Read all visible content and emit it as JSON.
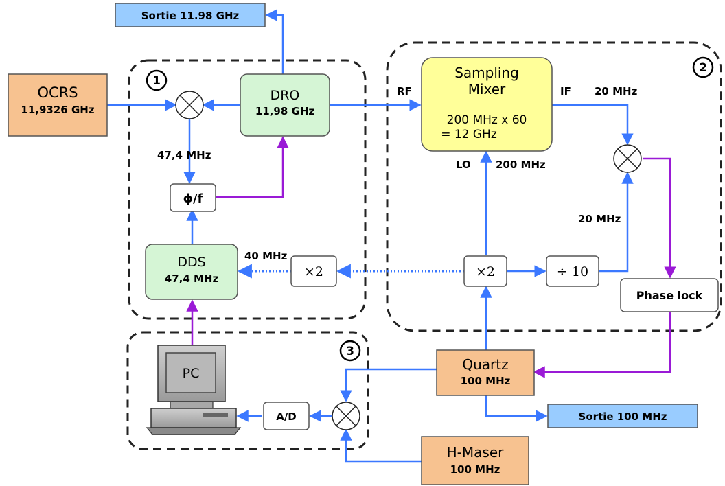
{
  "colors": {
    "signal_line": "#3b78ff",
    "control_line": "#9a1ad6",
    "output_fill": "#99ccff",
    "source_fill": "#f7c290",
    "loop_fill": "#d5f5d5",
    "mixer_fill": "#ffff99",
    "box_fill": "#ffffff",
    "dashed_border": "#222222"
  },
  "regions": [
    {
      "number": "1"
    },
    {
      "number": "2"
    },
    {
      "number": "3"
    }
  ],
  "nodes": {
    "sortie_ghz": "Sortie 11.98 GHz",
    "ocrs_title": "OCRS",
    "ocrs_freq": "11,9326 GHz",
    "dro_title": "DRO",
    "dro_freq": "11,98 GHz",
    "phase_freq": "ϕ/f",
    "dds_title": "DDS",
    "dds_freq": "47,4 MHz",
    "x2_left": "×2",
    "x2_right": "×2",
    "div10": "÷ 10",
    "sampling_line1": "Sampling",
    "sampling_line2": "Mixer",
    "sampling_line3": "200 MHz x 60",
    "sampling_line4": "= 12 GHz",
    "phase_lock": "Phase lock",
    "quartz_title": "Quartz",
    "quartz_freq": "100 MHz",
    "sortie_mhz": "Sortie 100 MHz",
    "hmaser_title": "H-Maser",
    "hmaser_freq": "100 MHz",
    "pc": "PC",
    "ad": "A/D"
  },
  "labels": {
    "f_47": "47,4 MHz",
    "f_40": "40 MHz",
    "rf": "RF",
    "if": "IF",
    "lo": "LO",
    "f_200": "200 MHz",
    "f_20_top": "20 MHz",
    "f_20_mid": "20 MHz"
  }
}
